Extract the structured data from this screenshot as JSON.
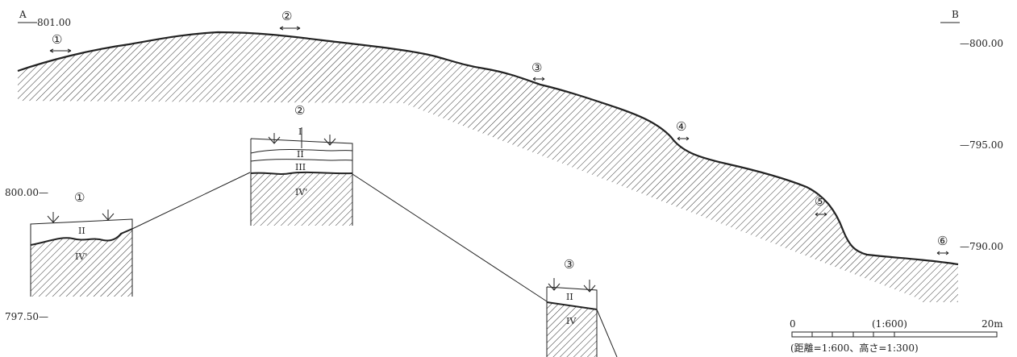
{
  "section": {
    "start_label": "A",
    "end_label": "B",
    "elev_top_left": "801.00",
    "elev_right": [
      "—800.00",
      "—795.00",
      "—790.00"
    ],
    "markers": [
      "①",
      "②",
      "③",
      "④",
      "⑤",
      "⑥"
    ]
  },
  "columns": {
    "elev_left": [
      "800.00—",
      "797.50—"
    ],
    "col1": {
      "id": "①",
      "layers": [
        "II",
        "IV'"
      ]
    },
    "col2": {
      "id": "②",
      "layers": [
        "I",
        "II",
        "III",
        "IV'"
      ]
    },
    "col3": {
      "id": "③",
      "layers": [
        "II",
        "IV"
      ]
    }
  },
  "scale": {
    "zero": "0",
    "ratio": "(1:600)",
    "end": "20m",
    "note": "(距離=1:600、高さ=1:300)"
  }
}
